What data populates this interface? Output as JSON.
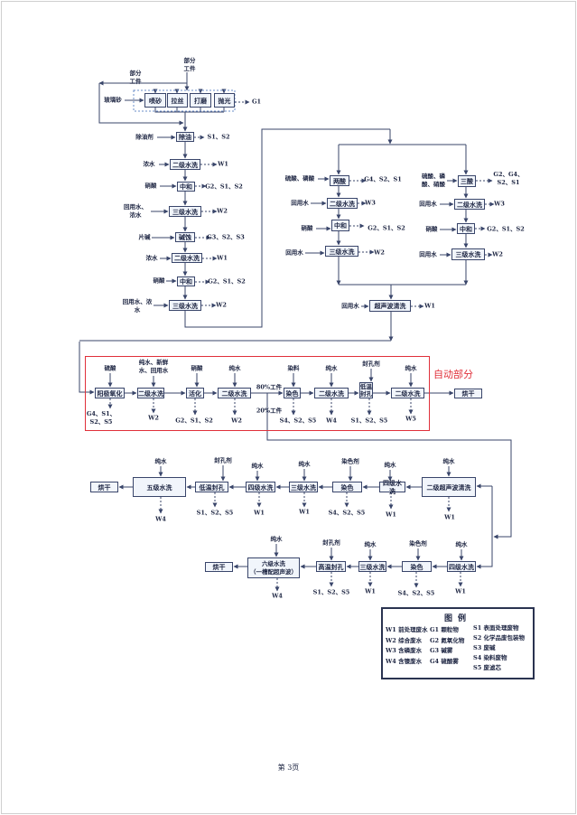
{
  "top": {
    "part_top": "部分\n工件",
    "part_left": "部分\n工件",
    "glass_sand": "玻璃砂",
    "pre": [
      "喷砂",
      "拉丝",
      "打磨",
      "抛光"
    ],
    "g1": "G1",
    "steps": [
      {
        "box": "除油",
        "in": "除油剂",
        "out": "S1、S2"
      },
      {
        "box": "二级水洗",
        "in": "浓水",
        "out": "W1"
      },
      {
        "box": "中和",
        "in": "硝酸",
        "out": "G2、S1、S2"
      },
      {
        "box": "三级水洗",
        "in": "回用水、\n浓水",
        "out": "W2"
      },
      {
        "box": "碱蚀",
        "in": "片碱",
        "out": "G3、S2、S3"
      },
      {
        "box": "二级水洗",
        "in": "浓水",
        "out": "W1"
      },
      {
        "box": "中和",
        "in": "硝酸",
        "out": "G2、S1、S2"
      },
      {
        "box": "三级水洗",
        "in": "回用水、浓\n水",
        "out": "W2"
      }
    ]
  },
  "acid_left": [
    {
      "box": "两酸",
      "in": "硫酸、磷酸",
      "out": "G4、S2、S1"
    },
    {
      "box": "二级水洗",
      "in": "回用水",
      "out": "W3"
    },
    {
      "box": "中和",
      "in": "硝酸",
      "out": "G2、S1、S2"
    },
    {
      "box": "三级水洗",
      "in": "回用水",
      "out": "W2"
    }
  ],
  "acid_right": [
    {
      "box": "三酸",
      "in": "硫酸、磷\n酸、硝酸",
      "out": "G2、G4、\nS2、S1"
    },
    {
      "box": "二级水洗",
      "in": "回用水",
      "out": "W3"
    },
    {
      "box": "中和",
      "in": "硝酸",
      "out": "G2、S1、S2"
    },
    {
      "box": "三级水洗",
      "in": "回用水",
      "out": "W2"
    }
  ],
  "ultrasonic": {
    "box": "超声波清洗",
    "in": "回用水",
    "out": "W1"
  },
  "auto": {
    "title": "自动部分",
    "pct80": "80%工件",
    "pct20": "20%工件",
    "dry": "烘干",
    "steps": [
      {
        "box": "阳极氧化",
        "in": "硫酸",
        "out": "G4、S1、\nS2、S5"
      },
      {
        "box": "二级水洗",
        "in": "纯水、新鲜\n水、回用水",
        "out": "W2"
      },
      {
        "box": "活化",
        "in": "硝酸",
        "out": "G2、S1、S2"
      },
      {
        "box": "二级水洗",
        "in": "纯水",
        "out": "W2"
      },
      {
        "box": "染色",
        "in": "染料",
        "out": "S4、S2、S5"
      },
      {
        "box": "二级水洗",
        "in": "纯水",
        "out": "W4"
      },
      {
        "box": "低温\n封孔",
        "in": "封孔剂",
        "out": "S1、S2、S5"
      },
      {
        "box": "二级水洗",
        "in": "纯水",
        "out": "W5"
      }
    ]
  },
  "row3": {
    "dry": "烘干",
    "steps": [
      {
        "box": "二级超声波清洗",
        "in": "纯水",
        "out": "W1"
      },
      {
        "box": "四级水洗",
        "in": "纯水",
        "out": "W1"
      },
      {
        "box": "染色",
        "in": "染色剂",
        "out": "S4、S2、S5"
      },
      {
        "box": "三级水洗",
        "in": "纯水",
        "out": "W1"
      },
      {
        "box": "四级水洗",
        "in": "纯水",
        "out": "W1"
      },
      {
        "box": "低温封孔",
        "in": "封孔剂",
        "out": "S1、S2、S5"
      },
      {
        "box": "五级水洗",
        "in": "纯水",
        "out": "W4"
      }
    ]
  },
  "row4": {
    "dry": "烘干",
    "steps": [
      {
        "box": "四级水洗",
        "in": "纯水",
        "out": "W1"
      },
      {
        "box": "染色",
        "in": "染色剂",
        "out": "S4、S2、S5"
      },
      {
        "box": "三级水洗",
        "in": "纯水",
        "out": "W1"
      },
      {
        "box": "高温封孔",
        "in": "封孔剂",
        "out": "S1、S2、S5"
      },
      {
        "box": "六级水洗\n（一槽配超声波）",
        "in": "纯水",
        "out": "W4"
      }
    ]
  },
  "legend": {
    "title": "图例",
    "w": [
      "W1 前处理废水",
      "W2 综合废水",
      "W3 含磷废水",
      "W4 含镍废水"
    ],
    "g": [
      "G1  颗粒物",
      "G2  氮氧化物",
      "G3  碱雾",
      "G4  硫酸雾"
    ],
    "s": [
      "S1 表面处理废物",
      "S2 化学品废包装物",
      "S3  废碱",
      "S4  染料废物",
      "S5  废滤芯"
    ]
  },
  "footer": "第 3页"
}
